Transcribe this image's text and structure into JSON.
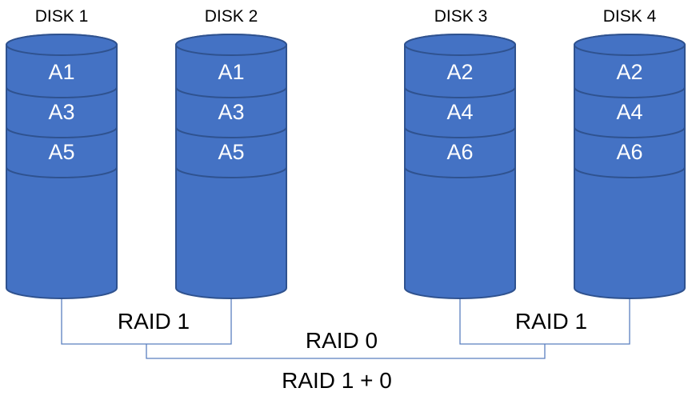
{
  "disks": [
    {
      "label": "DISK 1",
      "blocks": [
        "A1",
        "A3",
        "A5"
      ]
    },
    {
      "label": "DISK 2",
      "blocks": [
        "A1",
        "A3",
        "A5"
      ]
    },
    {
      "label": "DISK 3",
      "blocks": [
        "A2",
        "A4",
        "A6"
      ]
    },
    {
      "label": "DISK 4",
      "blocks": [
        "A2",
        "A4",
        "A6"
      ]
    }
  ],
  "groups": [
    {
      "label": "RAID 1"
    },
    {
      "label": "RAID 1"
    }
  ],
  "raid0_label": "RAID 0",
  "caption": "RAID 1 + 0",
  "colors": {
    "disk_fill": "#4472C4",
    "disk_stroke": "#2F528F",
    "connector": "#5B7FBF",
    "text": "#000000",
    "block_text": "#FFFFFF"
  }
}
